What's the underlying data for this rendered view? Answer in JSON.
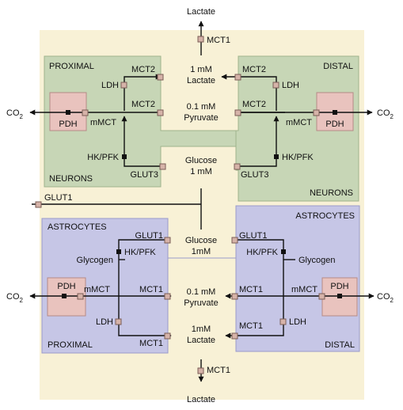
{
  "colors": {
    "outer_bg": "#f8f1d6",
    "neuron_bg": "#c7d6b6",
    "neuron_border": "#9fb48c",
    "astro_bg": "#c6c6e6",
    "astro_border": "#9a9acb",
    "pdh_fill": "#e9c3be",
    "pdh_border": "#b58b86",
    "transporter_fill": "#d6b3a9",
    "transporter_border": "#7a5c55",
    "line": "#111111"
  },
  "top": {
    "lactate": "Lactate",
    "mct1": "MCT1"
  },
  "bottom": {
    "lactate": "Lactate",
    "mct1": "MCT1"
  },
  "extracellular": {
    "lactate_top": [
      "1 mM",
      "Lactate"
    ],
    "pyruvate_top": [
      "0.1 mM",
      "Pyruvate"
    ],
    "glucose_top": [
      "Glucose",
      "1 mM"
    ],
    "glucose_bottom": [
      "Glucose",
      "1mM"
    ],
    "pyruvate_bottom": [
      "0.1 mM",
      "Pyruvate"
    ],
    "lactate_bottom": [
      "1mM",
      "Lactate"
    ]
  },
  "glut1_entry": "GLUT1",
  "neuron_left": {
    "region": "PROXIMAL",
    "cell": "NEURONS",
    "pdh": "PDH",
    "mct2_a": "MCT2",
    "mct2_b": "MCT2",
    "ldh": "LDH",
    "mmct": "mMCT",
    "hkpfk": "HK/PFK",
    "glut3": "GLUT3",
    "co2": "CO",
    "co2_sub": "2"
  },
  "neuron_right": {
    "region": "DISTAL",
    "cell": "NEURONS",
    "pdh": "PDH",
    "mct2_a": "MCT2",
    "mct2_b": "MCT2",
    "ldh": "LDH",
    "mmct": "mMCT",
    "hkpfk": "HK/PFK",
    "glut3": "GLUT3",
    "co2": "CO",
    "co2_sub": "2"
  },
  "astro_left": {
    "region": "PROXIMAL",
    "cell": "ASTROCYTES",
    "pdh": "PDH",
    "glut1": "GLUT1",
    "hkpfk": "HK/PFK",
    "glycogen": "Glycogen",
    "mmct": "mMCT",
    "mct1_a": "MCT1",
    "mct1_b": "MCT1",
    "ldh": "LDH",
    "co2": "CO",
    "co2_sub": "2"
  },
  "astro_right": {
    "region": "DISTAL",
    "cell": "ASTROCYTES",
    "pdh": "PDH",
    "glut1": "GLUT1",
    "hkpfk": "HK/PFK",
    "glycogen": "Glycogen",
    "mmct": "mMCT",
    "mct1_a": "MCT1",
    "mct1_b": "MCT1",
    "ldh": "LDH",
    "co2": "CO",
    "co2_sub": "2"
  }
}
